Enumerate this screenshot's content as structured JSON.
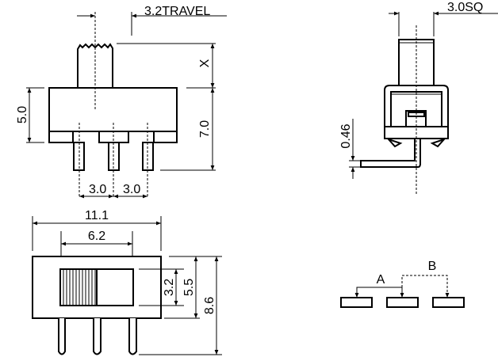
{
  "side_view": {
    "travel": "3.2TRAVEL",
    "height_body": "5.0",
    "height_total": "7.0",
    "actuator_height": "X",
    "pitch_left": "3.0",
    "pitch_right": "3.0"
  },
  "top_view": {
    "length": "11.1",
    "slot_length": "6.2",
    "slot_width": "3.2",
    "body_width_inner": "5.5",
    "overall_height": "8.6"
  },
  "end_view": {
    "actuator_size": "3.0SQ",
    "pin_thickness": "0.46"
  },
  "circuit": {
    "position_a": "A",
    "position_b": "B"
  }
}
